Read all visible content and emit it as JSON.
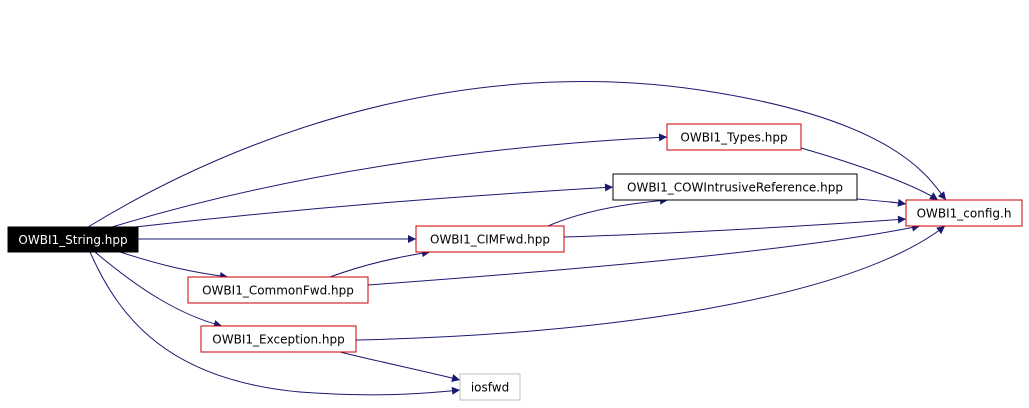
{
  "colors": {
    "root_fill": "#000000",
    "root_text": "#ffffff",
    "red_border": "#cc0000",
    "black_border": "#000000",
    "gray_border": "#bfbfbf",
    "edge": "#191970",
    "text": "#000000"
  },
  "nodes": [
    {
      "id": "string",
      "label": "OWBI1_String.hpp",
      "style": "root"
    },
    {
      "id": "types",
      "label": "OWBI1_Types.hpp",
      "style": "red"
    },
    {
      "id": "cowref",
      "label": "OWBI1_COWIntrusiveReference.hpp",
      "style": "black"
    },
    {
      "id": "config",
      "label": "OWBI1_config.h",
      "style": "red"
    },
    {
      "id": "cimfwd",
      "label": "OWBI1_CIMFwd.hpp",
      "style": "red"
    },
    {
      "id": "commonfwd",
      "label": "OWBI1_CommonFwd.hpp",
      "style": "red"
    },
    {
      "id": "exception",
      "label": "OWBI1_Exception.hpp",
      "style": "red"
    },
    {
      "id": "iosfwd",
      "label": "iosfwd",
      "style": "gray"
    }
  ],
  "edges": [
    {
      "from": "string",
      "to": "config"
    },
    {
      "from": "string",
      "to": "types"
    },
    {
      "from": "string",
      "to": "cowref"
    },
    {
      "from": "string",
      "to": "cimfwd"
    },
    {
      "from": "string",
      "to": "commonfwd"
    },
    {
      "from": "string",
      "to": "exception"
    },
    {
      "from": "string",
      "to": "iosfwd"
    },
    {
      "from": "types",
      "to": "config"
    },
    {
      "from": "cowref",
      "to": "config"
    },
    {
      "from": "cimfwd",
      "to": "cowref"
    },
    {
      "from": "cimfwd",
      "to": "config"
    },
    {
      "from": "commonfwd",
      "to": "cimfwd"
    },
    {
      "from": "commonfwd",
      "to": "config"
    },
    {
      "from": "exception",
      "to": "config"
    },
    {
      "from": "exception",
      "to": "iosfwd"
    }
  ]
}
